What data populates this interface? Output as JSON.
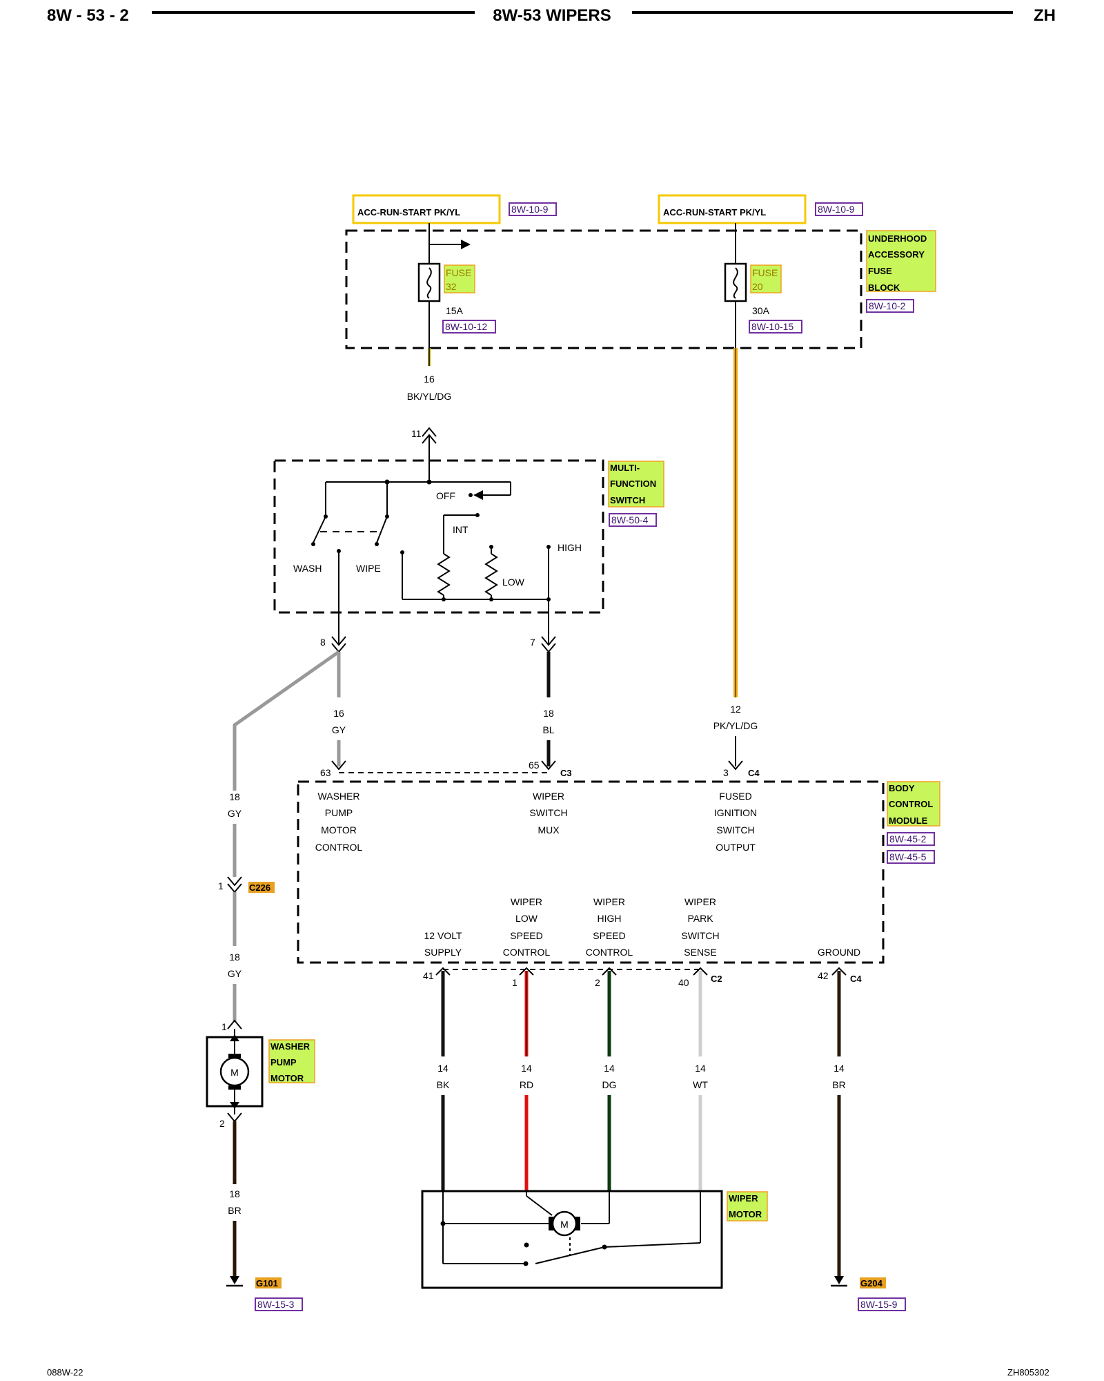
{
  "header": {
    "page_number": "8W - 53 - 2",
    "title": "8W-53 WIPERS",
    "model": "ZH"
  },
  "footer": {
    "left_code": "088W-22",
    "right_code": "ZH805302"
  },
  "sources": {
    "left_label": "ACC-RUN-START PK/YL",
    "left_ref": "8W-10-9",
    "right_label": "ACC-RUN-START PK/YL",
    "right_ref": "8W-10-9"
  },
  "fuse_block": {
    "name_lines": [
      "UNDERHOOD",
      "ACCESSORY",
      "FUSE",
      "BLOCK"
    ],
    "ref": "8W-10-2",
    "fuse_left": {
      "word": "FUSE",
      "number": "32",
      "rating": "15A",
      "ref": "8W-10-12"
    },
    "fuse_right": {
      "word": "FUSE",
      "number": "20",
      "rating": "30A",
      "ref": "8W-10-15"
    }
  },
  "multifunction_switch": {
    "name_lines": [
      "MULTI-",
      "FUNCTION",
      "SWITCH"
    ],
    "ref": "8W-50-4",
    "in_pin": "11",
    "labels": {
      "off": "OFF",
      "int": "INT",
      "high": "HIGH",
      "low": "LOW",
      "wash": "WASH",
      "wipe": "WIPE"
    },
    "pin_wash": "8",
    "pin_wipe": "7"
  },
  "wires": {
    "fuse32_out": {
      "gauge": "16",
      "color": "BK/YL/DG"
    },
    "wash_bcm": {
      "gauge": "16",
      "color": "GY"
    },
    "wash_pump": {
      "gauge": "18",
      "color": "GY"
    },
    "wipe_bcm": {
      "gauge": "18",
      "color": "BL"
    },
    "fuse20_bcm": {
      "gauge": "12",
      "color": "PK/YL/DG"
    },
    "c226_pump": {
      "gauge": "18",
      "color": "GY"
    },
    "pump_ground": {
      "gauge": "18",
      "color": "BR"
    },
    "supply": {
      "gauge": "14",
      "color": "BK"
    },
    "low": {
      "gauge": "14",
      "color": "RD"
    },
    "high": {
      "gauge": "14",
      "color": "DG"
    },
    "park": {
      "gauge": "14",
      "color": "WT"
    },
    "ground": {
      "gauge": "14",
      "color": "BR"
    }
  },
  "bcm": {
    "name_lines": [
      "BODY",
      "CONTROL",
      "MODULE"
    ],
    "refs": [
      "8W-45-2",
      "8W-45-5"
    ],
    "top_pins": {
      "washer": "63",
      "wiper_mux": "65",
      "fused": "3"
    },
    "conn_c3": "C3",
    "conn_c4_top": "C4",
    "func_washer": [
      "WASHER",
      "PUMP",
      "MOTOR",
      "CONTROL"
    ],
    "func_mux": [
      "WIPER",
      "SWITCH",
      "MUX"
    ],
    "func_fused": [
      "FUSED",
      "IGNITION",
      "SWITCH",
      "OUTPUT"
    ],
    "func_supply": [
      "12 VOLT",
      "SUPPLY"
    ],
    "func_low": [
      "WIPER",
      "LOW",
      "SPEED",
      "CONTROL"
    ],
    "func_high": [
      "WIPER",
      "HIGH",
      "SPEED",
      "CONTROL"
    ],
    "func_park": [
      "WIPER",
      "PARK",
      "SWITCH",
      "SENSE"
    ],
    "func_ground": "GROUND",
    "bottom_pins": {
      "supply": "41",
      "low": "1",
      "high": "2",
      "park": "40",
      "ground": "42"
    },
    "conn_c2": "C2",
    "conn_c4_bottom": "C4"
  },
  "c226": {
    "name": "C226",
    "pin": "1"
  },
  "washer_pump_motor": {
    "name_lines": [
      "WASHER",
      "PUMP",
      "MOTOR"
    ],
    "pin_top": "1",
    "pin_bottom": "2",
    "motor_letter": "M"
  },
  "wiper_motor": {
    "name_lines": [
      "WIPER",
      "MOTOR"
    ],
    "motor_letter": "M"
  },
  "grounds": {
    "g101": {
      "name": "G101",
      "ref": "8W-15-3"
    },
    "g204": {
      "name": "G204",
      "ref": "8W-15-9"
    }
  }
}
